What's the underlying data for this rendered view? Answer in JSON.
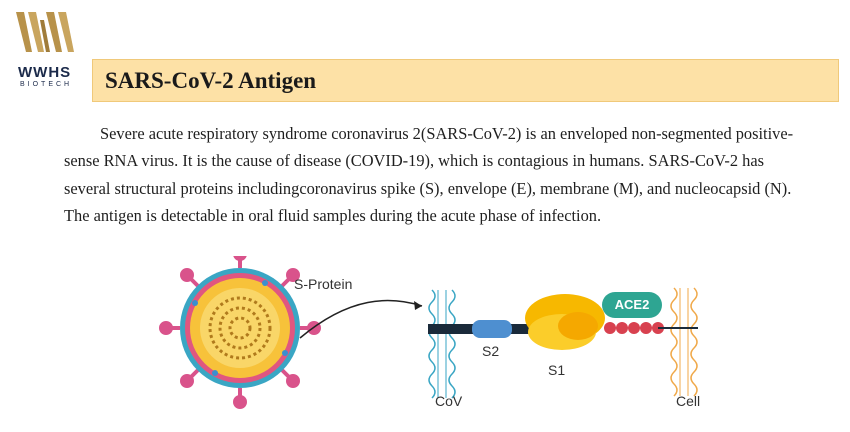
{
  "logo": {
    "name": "WWHS",
    "sub": "BIOTECH"
  },
  "title": "SARS-CoV-2 Antigen",
  "paragraph": "Severe acute respiratory syndrome coronavirus 2(SARS-CoV-2) is an enveloped non-segmented positive-sense RNA virus. It is the cause of disease (COVID-19), which is contagious in humans. SARS-CoV-2 has several structural proteins includingcoronavirus spike (S), envelope (E), membrane (M), and nucleocapsid (N). The antigen is detectable in oral fluid samples during the acute phase of infection.",
  "diagram": {
    "s_protein": "S-Protein",
    "ace2": "ACE2",
    "s2": "S2",
    "s1": "S1",
    "cov": "CoV",
    "cell": "Cell"
  },
  "colors": {
    "title_bg": "#fde1a6",
    "virus_core": "#f7c23a",
    "spike": "#d9538b",
    "membrane": "#3aa6c4",
    "ace2": "#2ea592",
    "cell_membrane": "#f0a94a"
  }
}
